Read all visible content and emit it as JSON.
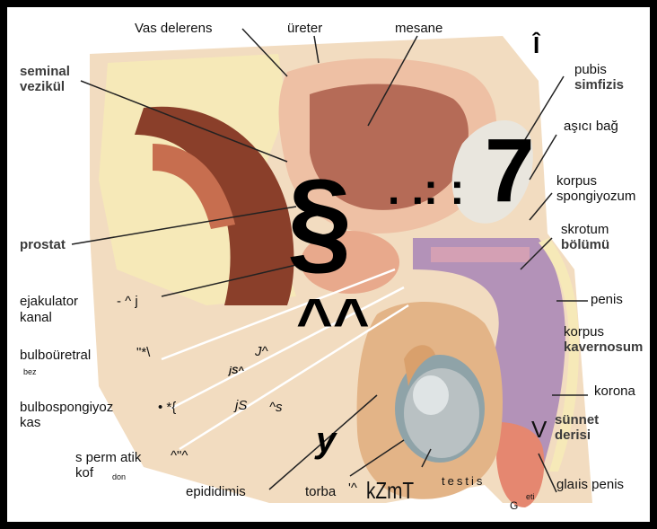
{
  "labels": {
    "vas_deferens": "Vas delerens",
    "ureter": "üreter",
    "mesane": "mesane",
    "seminal_1": "seminal",
    "seminal_2": "vezikül",
    "pubis": "pubis",
    "simfizis": "simfizis",
    "asici_bag": "aşıcı bağ",
    "korpus_sp_1": "korpus",
    "korpus_sp_2": "spongiyozum",
    "skrotum": "skrotum",
    "bolumu": "bölümü",
    "prostat": "prostat",
    "ejak_1": "ejakulator",
    "ejak_artifact": "- ^ j",
    "ejak_2": "kanal",
    "penis": "penis",
    "korpus_k_1": "korpus",
    "korpus_k_2": "kavernosum",
    "bulbo_1": "bulboüretral",
    "bulbo_artifact": "\"*\\",
    "bulbo_2": "bez",
    "bulbosp_1": "bulbospongiyoz",
    "bulbosp_artifact": "• *{",
    "bulbosp_2": "kas",
    "korona": "korona",
    "sunnet_1": "sünnet",
    "sunnet_2": "derisi",
    "sperm_1": "s perm atik",
    "sperm_artifact": "^\"^",
    "sperm_2": "kof",
    "sperm_3": "don",
    "epididimis": "epididimis",
    "torba": "torba",
    "torba_artifact": "'^",
    "kzmt": "kZmT",
    "testis": "testis",
    "glans": "glaıis penis",
    "g_artifact": "G",
    "eti": "eti",
    "stray_sect": "§",
    "stray_7": "7",
    "stray_colons": ". .: :",
    "stray_wave": "^^",
    "stray_y": "y",
    "stray_v": "V",
    "stray_hat": "Î",
    "stray_j1": "J^",
    "stray_js1": "jS^",
    "stray_js2": "jS",
    "stray_s": "^s"
  },
  "colors": {
    "tissue_yellow": "#f6e9b8",
    "muscle_brown": "#8a3f2a",
    "bladder_pink": "#eec0a4",
    "bladder_dark": "#b56b57",
    "penis_purple": "#b392b8",
    "scrotum_skin": "#e3b487",
    "testis_grey": "#b9c1c3",
    "background_beige": "#f2dcc0"
  }
}
